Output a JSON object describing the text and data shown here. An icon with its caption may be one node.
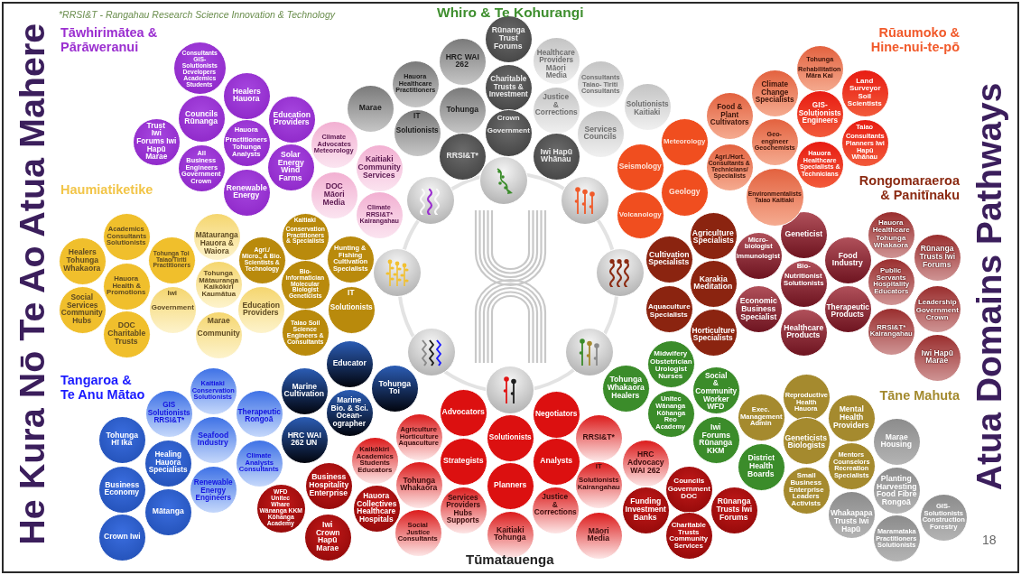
{
  "diagram": {
    "nodes": [
      {
        "text": [
          "Consultants GIS- Solutionists Developers Academics Students"
        ]
      },
      {
        "text": [
          "Healers Hauora"
        ]
      },
      {
        "text": [
          "Councils Rūnanga"
        ]
      },
      {
        "text": [
          "Education Providers"
        ]
      },
      {
        "text": [
          "Trust Iwi Forums Iwi Hapū Marae"
        ]
      },
      {
        "text": [
          "Hauora Practitioners Tohunga Analysts"
        ]
      },
      {
        "text": [
          "All Business Engineers Government Crown"
        ]
      },
      {
        "text": [
          "Solar Energy Wind Farms"
        ]
      },
      {
        "text": [
          "Renewable Energy"
        ]
      },
      {
        "text": [
          "Climate Advocates Meteorology"
        ]
      },
      {
        "text": [
          "Kaitiaki Community Services"
        ]
      },
      {
        "text": [
          "DOC Māori Media"
        ]
      },
      {
        "text": [
          "Climate RRSI&T* Kairangahau"
        ]
      },
      {
        "text": [
          "Marae"
        ]
      },
      {
        "text": [
          "Hauora Healthcare Practitioners"
        ]
      },
      {
        "text": [
          "HRC WAI 262"
        ]
      },
      {
        "text": [
          "Rūnanga Trust Forums"
        ]
      },
      {
        "text": [
          "IT Solutionists"
        ]
      },
      {
        "text": [
          "Tohunga"
        ]
      },
      {
        "text": [
          "Charitable Trusts & Investment"
        ]
      },
      {
        "text": [
          "RRSI&T*"
        ]
      },
      {
        "text": [
          "Crown Government"
        ]
      },
      {
        "text": [
          "Healthcare Providers Māori Media"
        ]
      },
      {
        "text": [
          "Justice & Corrections"
        ]
      },
      {
        "text": [
          "Iwi Hapū Whānau"
        ]
      },
      {
        "text": [
          "Consultants Taiao- Tiriti Consultants"
        ]
      },
      {
        "text": [
          "Services Councils"
        ]
      },
      {
        "text": [
          "Solutionists Kaitiaki"
        ]
      },
      {
        "text": [
          "Tohunga Rehabilitation Māra Kai"
        ]
      },
      {
        "text": [
          "Climate Change Specialists"
        ]
      },
      {
        "text": [
          "Land Surveyor Soil Scientists"
        ]
      },
      {
        "text": [
          "Food & Plant Cultivators"
        ]
      },
      {
        "text": [
          "GIS- Solutionists Engineers"
        ]
      },
      {
        "text": [
          "Meteorology"
        ]
      },
      {
        "text": [
          "Geo-engineer Geochemists"
        ]
      },
      {
        "text": [
          "Taiao Consultants Planners Iwi Hapū Whānau"
        ]
      },
      {
        "text": [
          "Agri./Hort. Consultants & Technicians/ Specialists"
        ]
      },
      {
        "text": [
          "Hauora Healthcare Specialists & Technicians"
        ]
      },
      {
        "text": [
          "Seismology"
        ]
      },
      {
        "text": [
          "Geology"
        ]
      },
      {
        "text": [
          "Environmentalists Taiao Kaitiaki"
        ]
      },
      {
        "text": [
          "Volcanology"
        ]
      },
      {
        "text": [
          "Academics Consultants Solutionists"
        ]
      },
      {
        "text": [
          "Mātauranga Hauora & Waiora"
        ]
      },
      {
        "text": [
          "Kaitiaki Conservation Practitioners & Specialists"
        ]
      },
      {
        "text": [
          "Healers Tohunga Whakaora"
        ]
      },
      {
        "text": [
          "Tohunga Toi Taiao/Tiriti Practitioners"
        ]
      },
      {
        "text": [
          "Agri./ Micro., & Bio. Scientists & Technology"
        ]
      },
      {
        "text": [
          "Hunting & Fishing Cultivation Specialists"
        ]
      },
      {
        "text": [
          "Hauora Health & Promotions"
        ]
      },
      {
        "text": [
          "Tohunga Mātauranga Kaikōkiri Kaumātua"
        ]
      },
      {
        "text": [
          "Bio- informatician Molecular Biologist Geneticists"
        ]
      },
      {
        "text": [
          "Social Services Community Hubs"
        ]
      },
      {
        "text": [
          "Iwi Government"
        ]
      },
      {
        "text": [
          "Education Providers"
        ]
      },
      {
        "text": [
          "IT Solutionists"
        ]
      },
      {
        "text": [
          "DOC Charitable Trusts"
        ]
      },
      {
        "text": [
          "Marae Community"
        ]
      },
      {
        "text": [
          "Taiao Soil Science Engineers & Consultants"
        ]
      },
      {
        "text": [
          "Agriculture Specialists"
        ]
      },
      {
        "text": [
          "Geneticist"
        ]
      },
      {
        "text": [
          "Hauora Healthcare Tohunga Whakaora"
        ]
      },
      {
        "text": [
          "Cultivation Specialists"
        ]
      },
      {
        "text": [
          "Micro- biologist Immunologist"
        ]
      },
      {
        "text": [
          "Food Industry"
        ]
      },
      {
        "text": [
          "Rūnanga Trusts Iwi Forums"
        ]
      },
      {
        "text": [
          "Karakia Meditation"
        ]
      },
      {
        "text": [
          "Bio-Nutritionist Solutionists"
        ]
      },
      {
        "text": [
          "Public Servants Hospitality Educators"
        ]
      },
      {
        "text": [
          "Aquaculture Specialists"
        ]
      },
      {
        "text": [
          "Economic Business Specialist"
        ]
      },
      {
        "text": [
          "Therapeutic Products"
        ]
      },
      {
        "text": [
          "Leadership Government Crown"
        ]
      },
      {
        "text": [
          "Horticulture Specialists"
        ]
      },
      {
        "text": [
          "Healthcare Products"
        ]
      },
      {
        "text": [
          "RRSI&T* Kairangahau"
        ]
      },
      {
        "text": [
          "Iwi Hapū Marae"
        ]
      },
      {
        "text": [],
        "shape": "circle"
      },
      {
        "text": [],
        "shape": "circle"
      },
      {
        "text": [],
        "shape": "circle"
      },
      {
        "text": [],
        "shape": "circle"
      },
      {
        "text": [],
        "shape": "circle"
      },
      {
        "text": [],
        "shape": "circle"
      },
      {
        "text": [],
        "shape": "circle"
      },
      {
        "text": [],
        "shape": "circle"
      },
      {
        "text": [
          "Educator"
        ]
      },
      {
        "text": [
          "Marine Cultivation"
        ]
      },
      {
        "text": [
          "Tohunga Toi"
        ]
      },
      {
        "text": [
          "Marine Bio. & Sci. Ocean- ographer"
        ]
      },
      {
        "text": [
          "HRC WAI 262 UN"
        ]
      },
      {
        "text": [
          "Kaitiaki Conservation Solutionists"
        ]
      },
      {
        "text": [
          "GIS Solutionists RRSI&T*"
        ]
      },
      {
        "text": [
          "Therapeutic Rongoā"
        ]
      },
      {
        "text": [
          "Tohunga Hī Ika"
        ]
      },
      {
        "text": [
          "Seafood Industry"
        ]
      },
      {
        "text": [
          "Healing Hauora Specialists"
        ]
      },
      {
        "text": [
          "Climate Analysts Consultants"
        ]
      },
      {
        "text": [
          "Business Economy"
        ]
      },
      {
        "text": [
          "Renewable Energy Engineers"
        ]
      },
      {
        "text": [
          "Mātanga"
        ]
      },
      {
        "text": [
          "Crown Iwi"
        ]
      },
      {
        "text": [
          "Midwifery Obstetrician Urologist Nurses"
        ]
      },
      {
        "text": [
          "Tohunga Whakaora Healers"
        ]
      },
      {
        "text": [
          "Social & Community Worker WFD"
        ]
      },
      {
        "text": [
          "Unitec Wānanga Kōhanga Reo Academy"
        ]
      },
      {
        "text": [
          "Iwi Forums Rūnanga KKM"
        ]
      },
      {
        "text": [
          "District Health Boards"
        ]
      },
      {
        "text": [
          "Reproductive Health Hauora"
        ]
      },
      {
        "text": [
          "Exec. Management Admin"
        ]
      },
      {
        "text": [
          "Mental Health Providers"
        ]
      },
      {
        "text": [
          "Geneticists Biologists"
        ]
      },
      {
        "text": [
          "Mentors Counselors Recreation Specialists"
        ]
      },
      {
        "text": [
          "Small Business Enterprise Leaders Activists"
        ]
      },
      {
        "text": [
          "Marae Housing"
        ]
      },
      {
        "text": [
          "Planting Harvesting Food Fibre Rongoā"
        ]
      },
      {
        "text": [
          "Whakapapa Trusts Iwi Hapū"
        ]
      },
      {
        "text": [
          "GIS- Solutionists Construction Forestry"
        ]
      },
      {
        "text": [
          "Maramataka Practitioners Solutionists"
        ]
      },
      {
        "text": [
          "Advocators"
        ]
      },
      {
        "text": [
          "Negotiators"
        ]
      },
      {
        "text": [
          "Agriculture Horticulture Aquaculture"
        ]
      },
      {
        "text": [
          "Solutionists"
        ]
      },
      {
        "text": [
          "RRSI&T*"
        ]
      },
      {
        "text": [
          "Kaikōkiri Academics Students Educators"
        ]
      },
      {
        "text": [
          "Strategists"
        ]
      },
      {
        "text": [
          "Analysts"
        ]
      },
      {
        "text": [
          "HRC Advocacy WAI 262"
        ]
      },
      {
        "text": [
          "Tohunga Whakaora"
        ]
      },
      {
        "text": [
          "Planners"
        ]
      },
      {
        "text": [
          "IT Solutionists Kairangahau"
        ]
      },
      {
        "text": [
          "Business Hospitality Enterprise"
        ]
      },
      {
        "text": [
          "Hauora Collectives Healthcare Hospitals"
        ]
      },
      {
        "text": [
          "Services Providers Hubs Supports"
        ]
      },
      {
        "text": [
          "Justice & Corrections"
        ]
      },
      {
        "text": [
          "Councils Government DOC"
        ]
      },
      {
        "text": [
          "WFD Unitec Whare Wānanga KKM Kōhanga Academy"
        ]
      },
      {
        "text": [
          "Funding Investment Banks"
        ]
      },
      {
        "text": [
          "Rūnanga Trusts Iwi Forums"
        ]
      },
      {
        "text": [
          "Iwi Crown Hapū Marae"
        ]
      },
      {
        "text": [
          "Social Justice Consultants"
        ]
      },
      {
        "text": [
          "Kaitiaki Tohunga"
        ]
      },
      {
        "text": [
          "Māori Media"
        ]
      },
      {
        "text": [
          "Charitable Trusts Community Services"
        ]
      }
    ],
    "labels": [
      "*RRSI&T - Rangahau Research Science Innovation & Technology",
      "Whiro & Te Kohurangi",
      "Tāwhirimātea & Pārāweranui",
      "Rūaumoko & Hine-nui-te-pō",
      "Haumiatiketike",
      "Rongomaraeroa & Panitīnaku",
      "Tangaroa & Te Anu Mātao",
      "Tāne Mahuta",
      "Tūmatauenga",
      "He Kura Nō Te Ao Atua Mahere",
      "Atua Domains Pathways",
      "18"
    ]
  }
}
